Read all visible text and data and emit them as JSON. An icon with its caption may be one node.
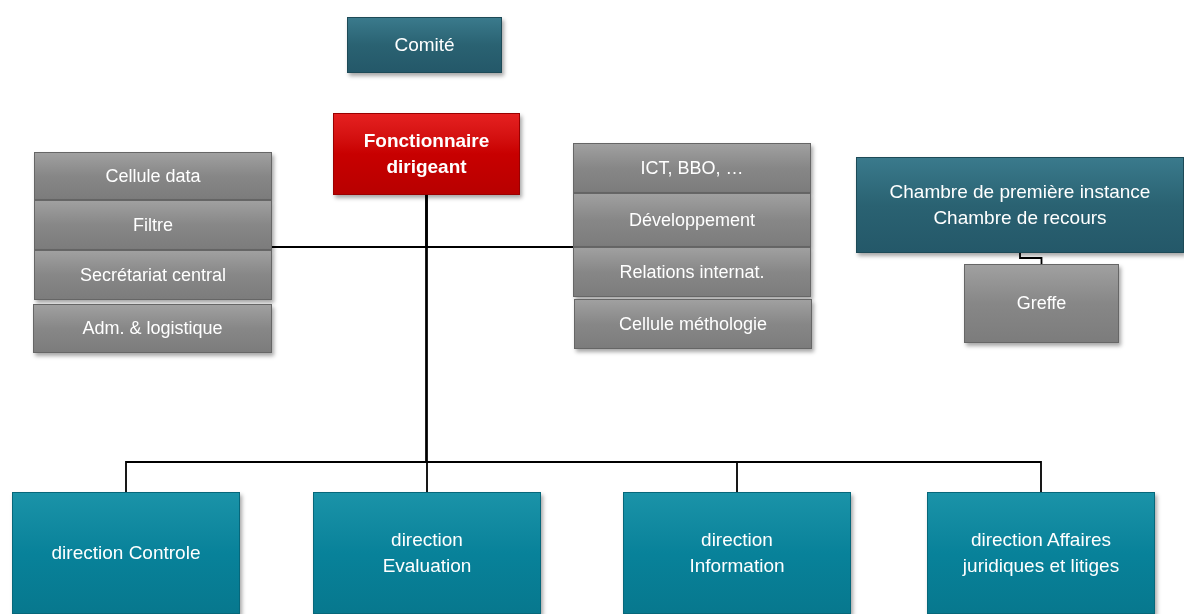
{
  "diagram": {
    "nodes": [
      {
        "text": [
          "Comité"
        ]
      },
      {
        "text": [
          "Fonctionnaire dirigeant"
        ]
      },
      {
        "text": [
          "Cellule data"
        ]
      },
      {
        "text": [
          "Filtre"
        ]
      },
      {
        "text": [
          "Secrétariat central"
        ]
      },
      {
        "text": [
          "Adm. & logistique"
        ]
      },
      {
        "text": [
          "ICT, BBO, …"
        ]
      },
      {
        "text": [
          "Développement"
        ]
      },
      {
        "text": [
          "Relations internat."
        ]
      },
      {
        "text": [
          "Cellule méthologie"
        ]
      },
      {
        "text": [
          "Chambre de première instance",
          "Chambre de recours"
        ]
      },
      {
        "text": [
          "Greffe"
        ]
      },
      {
        "text": [
          "direction Controle"
        ]
      },
      {
        "text": [
          "direction Evaluation"
        ]
      },
      {
        "text": [
          "direction Information"
        ]
      },
      {
        "text": [
          "direction Affaires juridiques et litiges"
        ]
      }
    ],
    "edges": [
      {
        "from": 1,
        "to": 3,
        "arrow": "none"
      },
      {
        "from": 1,
        "to": 7,
        "arrow": "none"
      },
      {
        "from": 1,
        "to": 12,
        "arrow": "none"
      },
      {
        "from": 1,
        "to": 13,
        "arrow": "none"
      },
      {
        "from": 1,
        "to": 14,
        "arrow": "none"
      },
      {
        "from": 1,
        "to": 15,
        "arrow": "none"
      },
      {
        "from": 10,
        "to": 11,
        "arrow": "none"
      }
    ]
  }
}
